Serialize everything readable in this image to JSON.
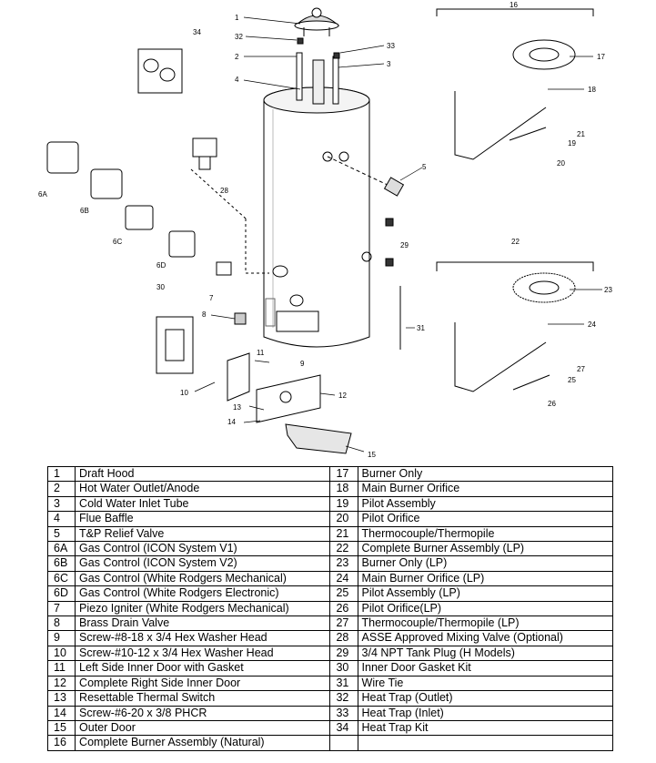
{
  "callouts": {
    "c1": "1",
    "c2": "2",
    "c3": "3",
    "c4": "4",
    "c5": "5",
    "c6a": "6A",
    "c6b": "6B",
    "c6c": "6C",
    "c6d": "6D",
    "c7": "7",
    "c8": "8",
    "c9": "9",
    "c10": "10",
    "c11": "11",
    "c12": "12",
    "c13": "13",
    "c14": "14",
    "c15": "15",
    "c16": "16",
    "c17": "17",
    "c18": "18",
    "c19": "19",
    "c20": "20",
    "c21": "21",
    "c22": "22",
    "c23": "23",
    "c24": "24",
    "c25": "25",
    "c26": "26",
    "c27": "27",
    "c28": "28",
    "c29": "29",
    "c30": "30",
    "c31": "31",
    "c32": "32",
    "c33": "33",
    "c34": "34"
  },
  "parts": [
    {
      "left_num": "1",
      "left_desc": "Draft Hood",
      "right_num": "17",
      "right_desc": "Burner Only"
    },
    {
      "left_num": "2",
      "left_desc": "Hot Water Outlet/Anode",
      "right_num": "18",
      "right_desc": "Main Burner Orifice"
    },
    {
      "left_num": "3",
      "left_desc": "Cold Water Inlet Tube",
      "right_num": "19",
      "right_desc": "Pilot Assembly"
    },
    {
      "left_num": "4",
      "left_desc": "Flue Baffle",
      "right_num": "20",
      "right_desc": "Pilot Orifice"
    },
    {
      "left_num": "5",
      "left_desc": "T&P Relief Valve",
      "right_num": "21",
      "right_desc": "Thermocouple/Thermopile"
    },
    {
      "left_num": "6A",
      "left_desc": "Gas Control (ICON System V1)",
      "right_num": "22",
      "right_desc": "Complete Burner Assembly (LP)"
    },
    {
      "left_num": "6B",
      "left_desc": "Gas Control (ICON System V2)",
      "right_num": "23",
      "right_desc": "Burner Only (LP)"
    },
    {
      "left_num": "6C",
      "left_desc": "Gas Control (White Rodgers Mechanical)",
      "right_num": "24",
      "right_desc": "Main Burner Orifice (LP)"
    },
    {
      "left_num": "6D",
      "left_desc": "Gas Control (White Rodgers Electronic)",
      "right_num": "25",
      "right_desc": "Pilot Assembly (LP)"
    },
    {
      "left_num": "7",
      "left_desc": "Piezo Igniter (White Rodgers Mechanical)",
      "right_num": "26",
      "right_desc": "Pilot Orifice(LP)"
    },
    {
      "left_num": "8",
      "left_desc": "Brass Drain Valve",
      "right_num": "27",
      "right_desc": "Thermocouple/Thermopile (LP)"
    },
    {
      "left_num": "9",
      "left_desc": "Screw-#8-18 x 3/4 Hex Washer Head",
      "right_num": "28",
      "right_desc": "ASSE Approved Mixing Valve (Optional)"
    },
    {
      "left_num": "10",
      "left_desc": "Screw-#10-12 x 3/4 Hex Washer Head",
      "right_num": "29",
      "right_desc": "3/4 NPT Tank Plug (H Models)"
    },
    {
      "left_num": "11",
      "left_desc": "Left Side Inner Door with Gasket",
      "right_num": "30",
      "right_desc": "Inner Door Gasket Kit"
    },
    {
      "left_num": "12",
      "left_desc": "Complete Right Side Inner Door",
      "right_num": "31",
      "right_desc": "Wire Tie"
    },
    {
      "left_num": "13",
      "left_desc": "Resettable Thermal Switch",
      "right_num": "32",
      "right_desc": "Heat Trap (Outlet)"
    },
    {
      "left_num": "14",
      "left_desc": "Screw-#6-20 x 3/8 PHCR",
      "right_num": "33",
      "right_desc": "Heat Trap (Inlet)"
    },
    {
      "left_num": "15",
      "left_desc": "Outer Door",
      "right_num": "34",
      "right_desc": "Heat Trap Kit"
    },
    {
      "left_num": "16",
      "left_desc": "Complete Burner Assembly (Natural)",
      "right_num": "",
      "right_desc": ""
    }
  ]
}
